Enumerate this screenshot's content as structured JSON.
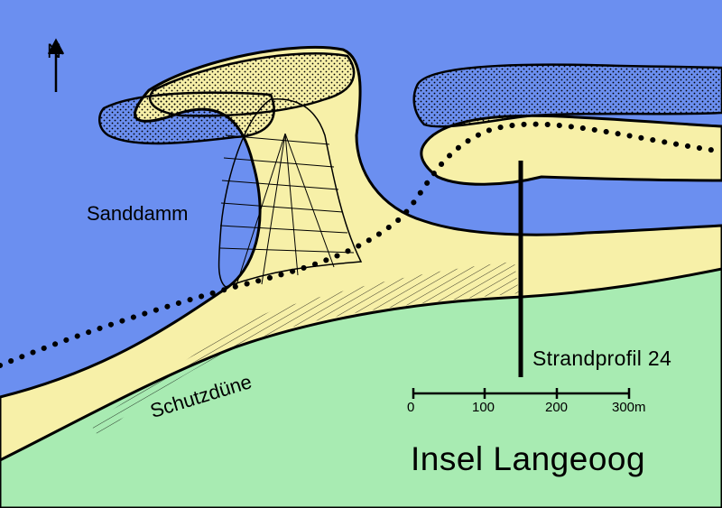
{
  "map": {
    "title": "Insel Langeoog",
    "labels": {
      "sanddamm": "Sanddamm",
      "schutzduene": "Schutzdüne",
      "strandprofil": "Strandprofil 24"
    },
    "scale_bar": {
      "ticks": [
        "0",
        "100",
        "200",
        "300m"
      ]
    },
    "north_arrow": "N",
    "colors": {
      "sea": "#6b8ff0",
      "sand": "#f7f0a8",
      "dune": "#a8ebb2",
      "ink": "#000000"
    }
  }
}
